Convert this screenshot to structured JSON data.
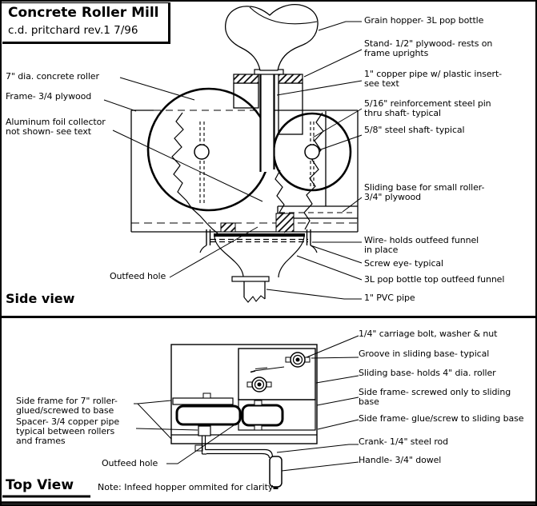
{
  "colors": {
    "ink": "#000000",
    "paper": "#ffffff"
  },
  "title_block": {
    "title": "Concrete Roller Mill",
    "subtitle": "c.d. pritchard rev.1 7/96"
  },
  "side_view": {
    "heading": "Side view",
    "labels": {
      "grain_hopper": {
        "lines": [
          "Grain hopper- 3L pop bottle"
        ]
      },
      "stand": {
        "lines": [
          "Stand- 1/2\" plywood- rests on",
          "frame uprights"
        ]
      },
      "copper_pipe": {
        "lines": [
          "1\" copper pipe w/ plastic insert-",
          "see text"
        ]
      },
      "steel_pin": {
        "lines": [
          "5/16\" reinforcement steel pin",
          "thru shaft- typical"
        ]
      },
      "steel_shaft": {
        "lines": [
          "5/8\" steel shaft- typical"
        ]
      },
      "sliding_base": {
        "lines": [
          "Sliding base for small roller-",
          "3/4\" plywood"
        ]
      },
      "wire": {
        "lines": [
          "Wire- holds outfeed funnel",
          "in place"
        ]
      },
      "screw_eye": {
        "lines": [
          "Screw eye- typical"
        ]
      },
      "outfeed_funnel": {
        "lines": [
          "3L pop bottle top outfeed funnel"
        ]
      },
      "pvc_pipe": {
        "lines": [
          "1\" PVC pipe"
        ]
      },
      "concrete_roller": {
        "lines": [
          "7\" dia. concrete roller"
        ]
      },
      "frame": {
        "lines": [
          "Frame- 3/4 plywood"
        ]
      },
      "foil_collector": {
        "lines": [
          "Aluminum foil collector",
          "not shown- see text"
        ]
      },
      "outfeed_hole": {
        "lines": [
          "Outfeed hole"
        ]
      }
    }
  },
  "top_view": {
    "heading": "Top View",
    "note": "Note: Infeed hopper ommited for clarity",
    "labels": {
      "carriage_bolt": {
        "lines": [
          "1/4\" carriage bolt, washer & nut"
        ]
      },
      "groove": {
        "lines": [
          "Groove in sliding base- typical"
        ]
      },
      "sliding_base": {
        "lines": [
          "Sliding base- holds 4\" dia. roller"
        ]
      },
      "side_frame_screwed": {
        "lines": [
          "Side frame- screwed only to sliding",
          "base"
        ]
      },
      "side_frame_glue": {
        "lines": [
          "Side frame- glue/screw to sliding base"
        ]
      },
      "crank": {
        "lines": [
          "Crank- 1/4\" steel rod"
        ]
      },
      "handle": {
        "lines": [
          "Handle- 3/4\" dowel"
        ]
      },
      "side_frame_7": {
        "lines": [
          "Side frame for 7\" roller-",
          "glued/screwed to base"
        ]
      },
      "spacer": {
        "lines": [
          "Spacer- 3/4 copper pipe",
          "typical between rollers",
          "and frames"
        ]
      },
      "outfeed_hole": {
        "lines": [
          "Outfeed hole"
        ]
      }
    }
  }
}
